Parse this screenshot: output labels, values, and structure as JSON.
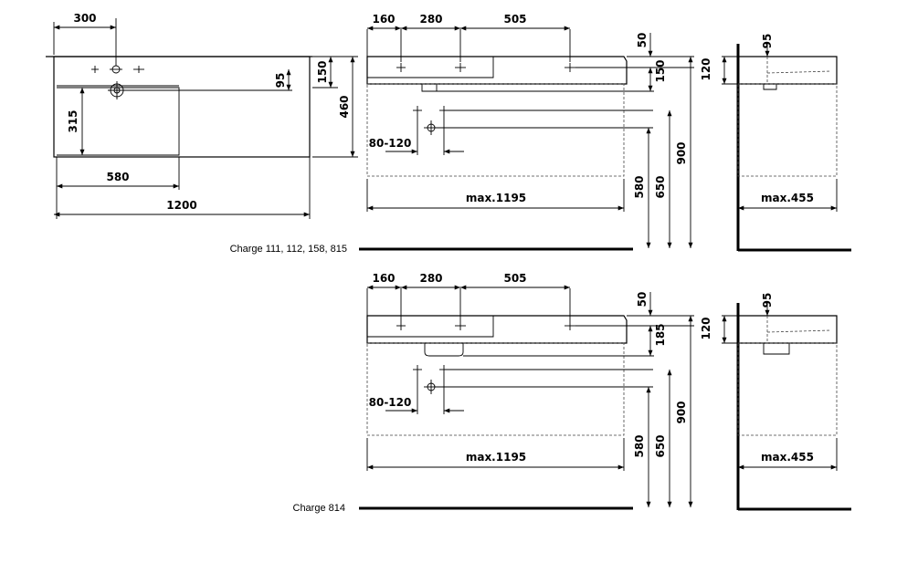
{
  "top_view": {
    "width_overall": "1200",
    "width_basin": "580",
    "tap_offset": "300",
    "depth_total": "460",
    "depth_back": "150",
    "depth_basin": "315",
    "drain_offset": "95"
  },
  "front_views": [
    {
      "caption": "Charge 111, 112, 158, 815",
      "h1": "160",
      "h2": "280",
      "h3": "505",
      "top": "50",
      "siphon_height": "150",
      "inlet": "80-120",
      "max_width": "max.1195",
      "h_580": "580",
      "h_650": "650",
      "h_900": "900"
    },
    {
      "caption": "Charge 814",
      "h1": "160",
      "h2": "280",
      "h3": "505",
      "top": "50",
      "siphon_height": "185",
      "inlet": "80-120",
      "max_width": "max.1195",
      "h_580": "580",
      "h_650": "650",
      "h_900": "900"
    }
  ],
  "side_views": [
    {
      "top": "95",
      "height": "120",
      "max_depth": "max.455"
    },
    {
      "top": "95",
      "height": "120",
      "max_depth": "max.455"
    }
  ]
}
